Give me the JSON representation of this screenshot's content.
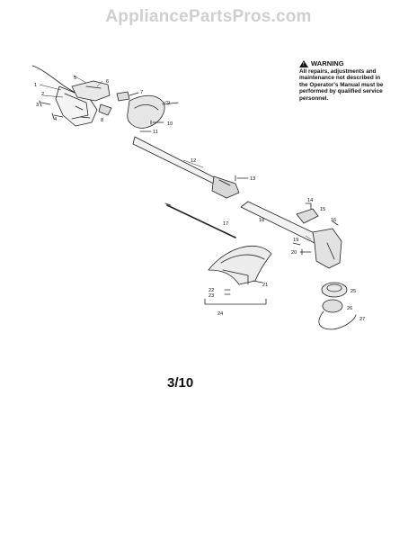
{
  "watermark": "AppliancePartsPros.com",
  "warning": {
    "heading": "WARNING",
    "body": "All repairs, adjustments and maintenance not described in the Operator's Manual must be performed by qualified service personnel."
  },
  "page_number": "3/10",
  "callouts": [
    "1",
    "2",
    "3",
    "4",
    "5",
    "6",
    "7",
    "8",
    "9",
    "10",
    "11",
    "12",
    "13",
    "14",
    "15",
    "16",
    "17",
    "18",
    "19",
    "20",
    "21",
    "22",
    "23",
    "24",
    "25",
    "26",
    "27"
  ]
}
